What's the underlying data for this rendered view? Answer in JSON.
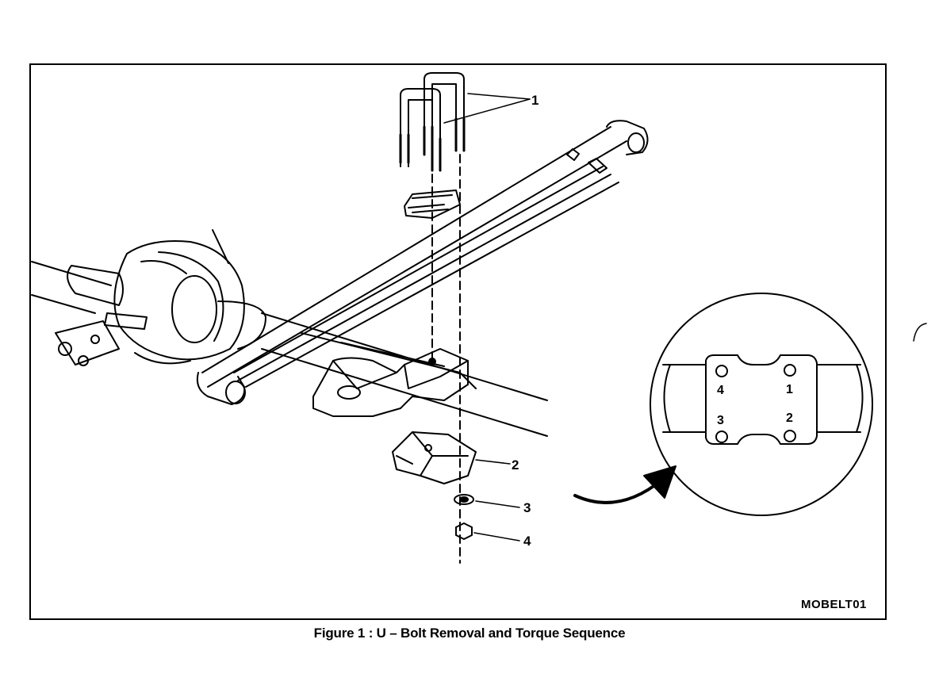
{
  "callouts": {
    "c1": "1",
    "c2": "2",
    "c3": "3",
    "c4": "4"
  },
  "detail_view": {
    "hole_labels": [
      "4",
      "1",
      "3",
      "2"
    ]
  },
  "drawing_id": "MOBELT01",
  "caption": "Figure 1 : U – Bolt Removal and Torque Sequence",
  "colors": {
    "ink": "#000000",
    "paper": "#ffffff"
  }
}
